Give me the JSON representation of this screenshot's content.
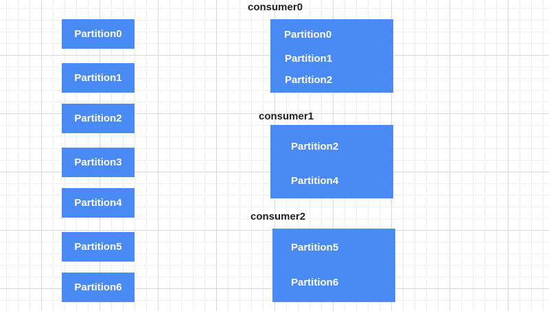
{
  "partitions": [
    "Partition0",
    "Partition1",
    "Partition2",
    "Partition3",
    "Partition4",
    "Partition5",
    "Partition6"
  ],
  "consumers": [
    {
      "name": "consumer0",
      "partitions": [
        "Partition0",
        "Partition1",
        "Partition2"
      ]
    },
    {
      "name": "consumer1",
      "partitions": [
        "Partition2",
        "Partition4"
      ]
    },
    {
      "name": "consumer2",
      "partitions": [
        "Partition5",
        "Partition6"
      ]
    }
  ],
  "colors": {
    "box": "#4a8af4",
    "box_text": "#ffffff",
    "label_text": "#222222"
  }
}
